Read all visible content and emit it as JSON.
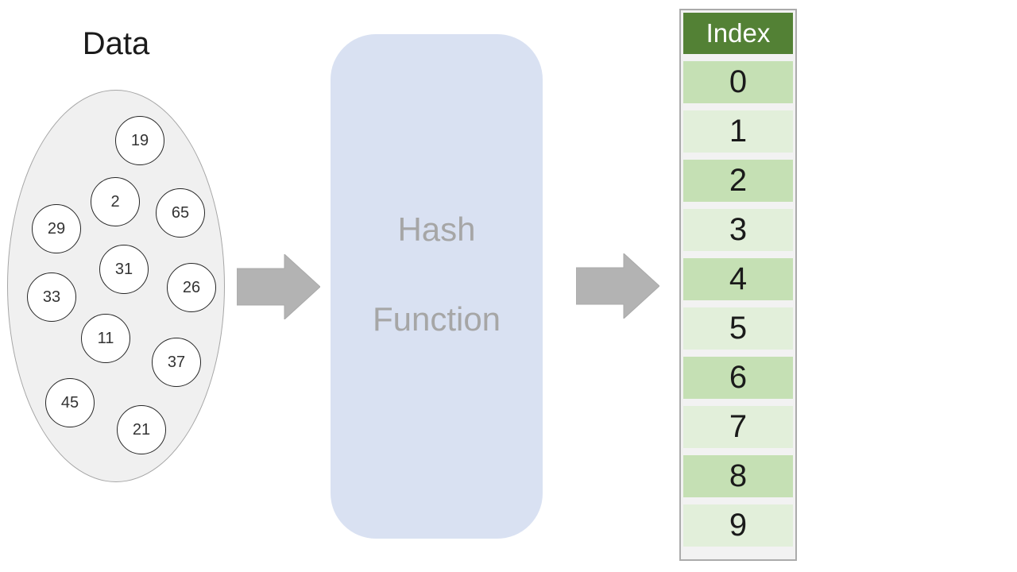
{
  "colors": {
    "header_green": "#538135",
    "row_green_dark": "#c5e0b4",
    "row_green_light": "#e2efda",
    "table_bg": "#f2f2f2",
    "table_border": "#ababab",
    "hash_box_bg": "#d9e1f2",
    "hash_text": "#a6a6a6",
    "arrow": "#b3b3b3",
    "ellipse_bg": "#f0f0f0",
    "ellipse_border": "#a6a6a6",
    "circle_border": "#262626",
    "text_black": "#1a1a1a"
  },
  "dataset": {
    "title": "Data",
    "values": [
      "19",
      "2",
      "65",
      "29",
      "31",
      "26",
      "33",
      "11",
      "37",
      "45",
      "21"
    ]
  },
  "hash_box": {
    "line1": "Hash",
    "line2": "Function"
  },
  "index_table": {
    "header": "Index",
    "rows": [
      "0",
      "1",
      "2",
      "3",
      "4",
      "5",
      "6",
      "7",
      "8",
      "9"
    ]
  }
}
